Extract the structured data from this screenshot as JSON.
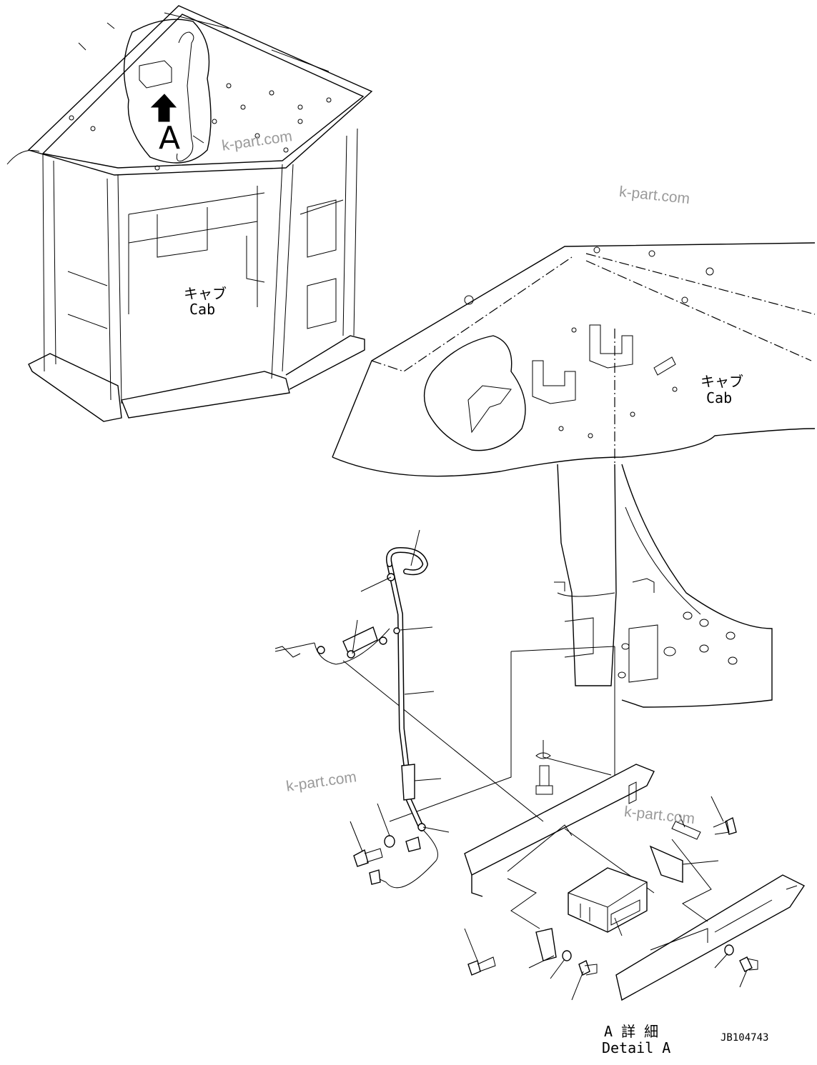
{
  "labels": {
    "cab_top_jp": "キャブ",
    "cab_top_en": "Cab",
    "cab_detail_jp": "キャブ",
    "cab_detail_en": "Cab",
    "view_letter": "A",
    "detail_jp": "A 詳 細",
    "detail_en": "Detail A",
    "drawing_no": "JB104743"
  },
  "watermarks": [
    "k-part.com",
    "k-part.com",
    "k-part.com",
    "k-part.com"
  ],
  "icons": [
    "arrow-up-icon"
  ]
}
